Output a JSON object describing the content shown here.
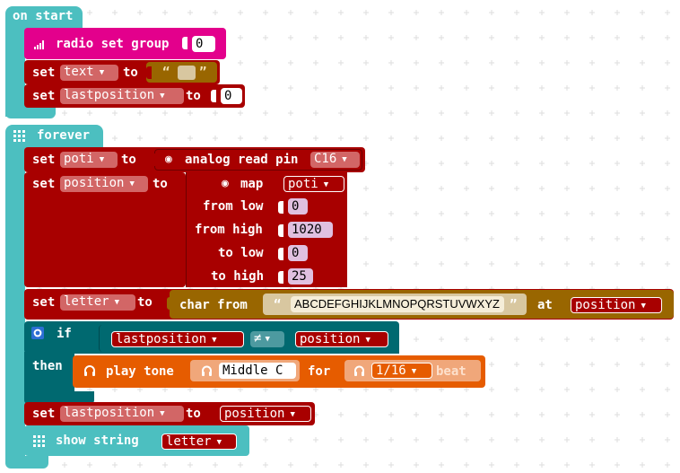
{
  "blocks": {
    "on_start_hat": "on start",
    "radio_set_group": "radio set group",
    "radio_group_value": "0",
    "set": "set",
    "to": "to",
    "var_text": "text",
    "quote_open": "“",
    "quote_close": "”",
    "var_lastposition": "lastposition",
    "lastposition_init": "0",
    "forever_hat": "forever",
    "var_poti": "poti",
    "analog_read_pin": "analog read pin",
    "pin_value": "C16",
    "var_position": "position",
    "map": "map",
    "map_var": "poti",
    "from_low": "from low",
    "from_low_value": "0",
    "from_high": "from high",
    "from_high_value": "1020",
    "to_low": "to low",
    "to_low_value": "0",
    "to_high": "to high",
    "to_high_value": "25",
    "var_letter": "letter",
    "char_from": "char from",
    "alphabet": "ABCDEFGHIJKLMNOPQRSTUVWXYZ",
    "at": "at",
    "at_var": "position",
    "if": "if",
    "cmp_left": "lastposition",
    "cmp_op": "≠",
    "cmp_right": "position",
    "then": "then",
    "play_tone": "play tone",
    "tone_note": "Middle C",
    "for": "for",
    "tone_duration": "1/16",
    "beat": "beat",
    "set_last_var": "lastposition",
    "set_last_value": "position",
    "show_string": "show string",
    "show_var": "letter"
  },
  "colors": {
    "event": "#4cbfc0",
    "radio": "#e3008c",
    "variables": "#a80000",
    "text": "#996600",
    "pins": "#a80000",
    "logic": "#006970",
    "music": "#e65c00",
    "basic": "#4cbfc0"
  },
  "icons": [
    "signal-bars-icon",
    "grid-icon",
    "pin-circle-icon",
    "gear-icon",
    "headphones-icon"
  ]
}
